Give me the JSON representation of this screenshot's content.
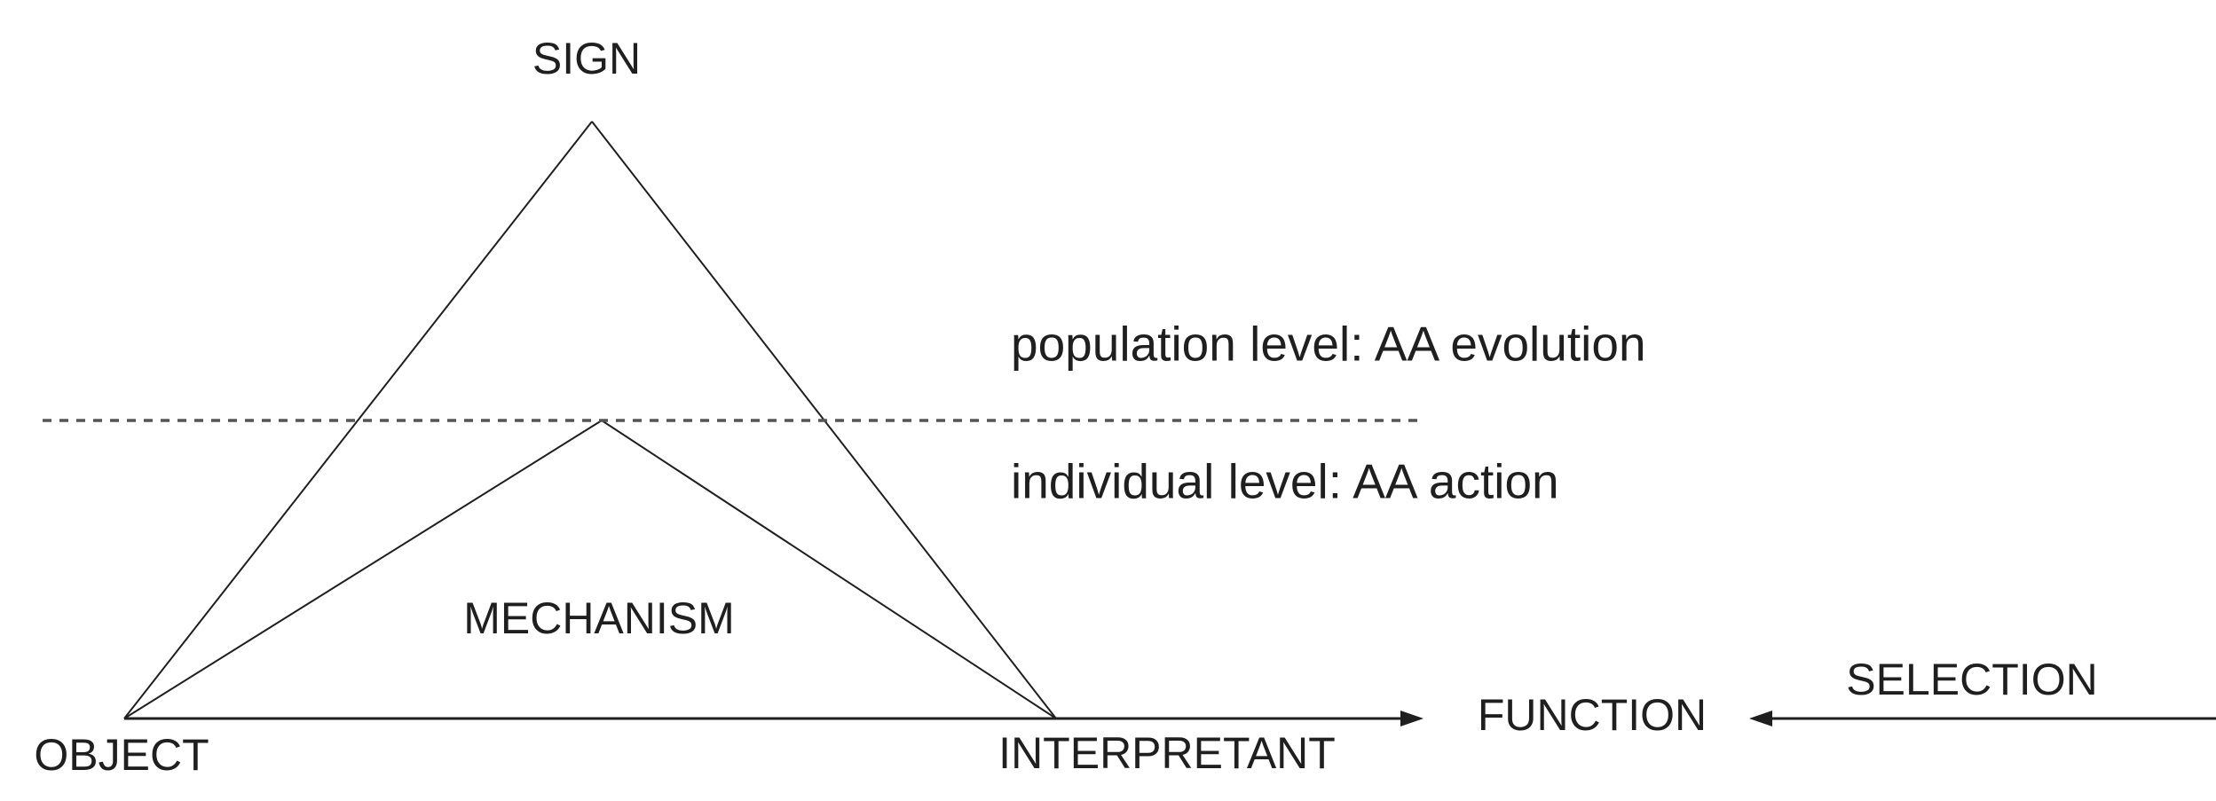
{
  "figure": {
    "background": "#ffffff",
    "line_color": "#1f1f1f",
    "dashed_line_color": "#555555",
    "text_color": "#1f1f1f",
    "nodes": {
      "sign": {
        "label": "SIGN"
      },
      "object": {
        "label": "OBJECT"
      },
      "interpretant": {
        "label": "INTERPRETANT"
      },
      "mechanism": {
        "label": "MECHANISM"
      },
      "function": {
        "label": "FUNCTION"
      },
      "selection": {
        "label": "SELECTION"
      }
    },
    "levels": {
      "population": {
        "label": "population level: AA evolution",
        "position": "above dashed divider"
      },
      "individual": {
        "label": "individual level: AA action",
        "position": "below dashed divider"
      }
    },
    "edges": [
      {
        "from": "SIGN",
        "to": "OBJECT",
        "style": "solid line"
      },
      {
        "from": "SIGN",
        "to": "INTERPRETANT",
        "style": "solid line"
      },
      {
        "from": "MECHANISM apex",
        "to": "OBJECT",
        "style": "solid line"
      },
      {
        "from": "MECHANISM apex",
        "to": "INTERPRETANT",
        "style": "solid line"
      },
      {
        "from": "OBJECT",
        "to": "FUNCTION",
        "style": "solid arrow right"
      },
      {
        "from": "right edge (SELECTION)",
        "to": "FUNCTION",
        "style": "solid arrow left"
      },
      {
        "divider": "horizontal dashed line separating population level from individual level"
      }
    ]
  }
}
